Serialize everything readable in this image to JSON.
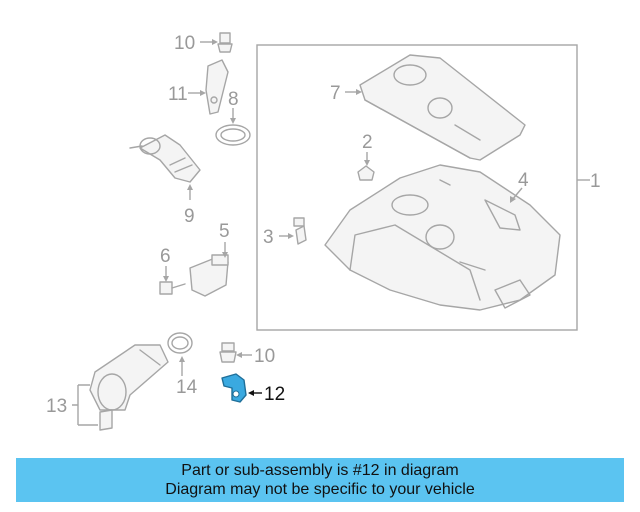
{
  "diagram": {
    "labels": {
      "p1": "1",
      "p2": "2",
      "p3": "3",
      "p4": "4",
      "p5": "5",
      "p6": "6",
      "p7": "7",
      "p8": "8",
      "p9": "9",
      "p10a": "10",
      "p10b": "10",
      "p11": "11",
      "p12": "12",
      "p13": "13",
      "p14": "14"
    },
    "highlight_part": "12",
    "highlight_color": "#3aa9e0",
    "line_color": "#a6a6a6"
  },
  "banner": {
    "line1": "Part or sub-assembly is #12 in diagram",
    "line2": "Diagram may not be specific to your vehicle",
    "background": "#5bc4f1"
  }
}
